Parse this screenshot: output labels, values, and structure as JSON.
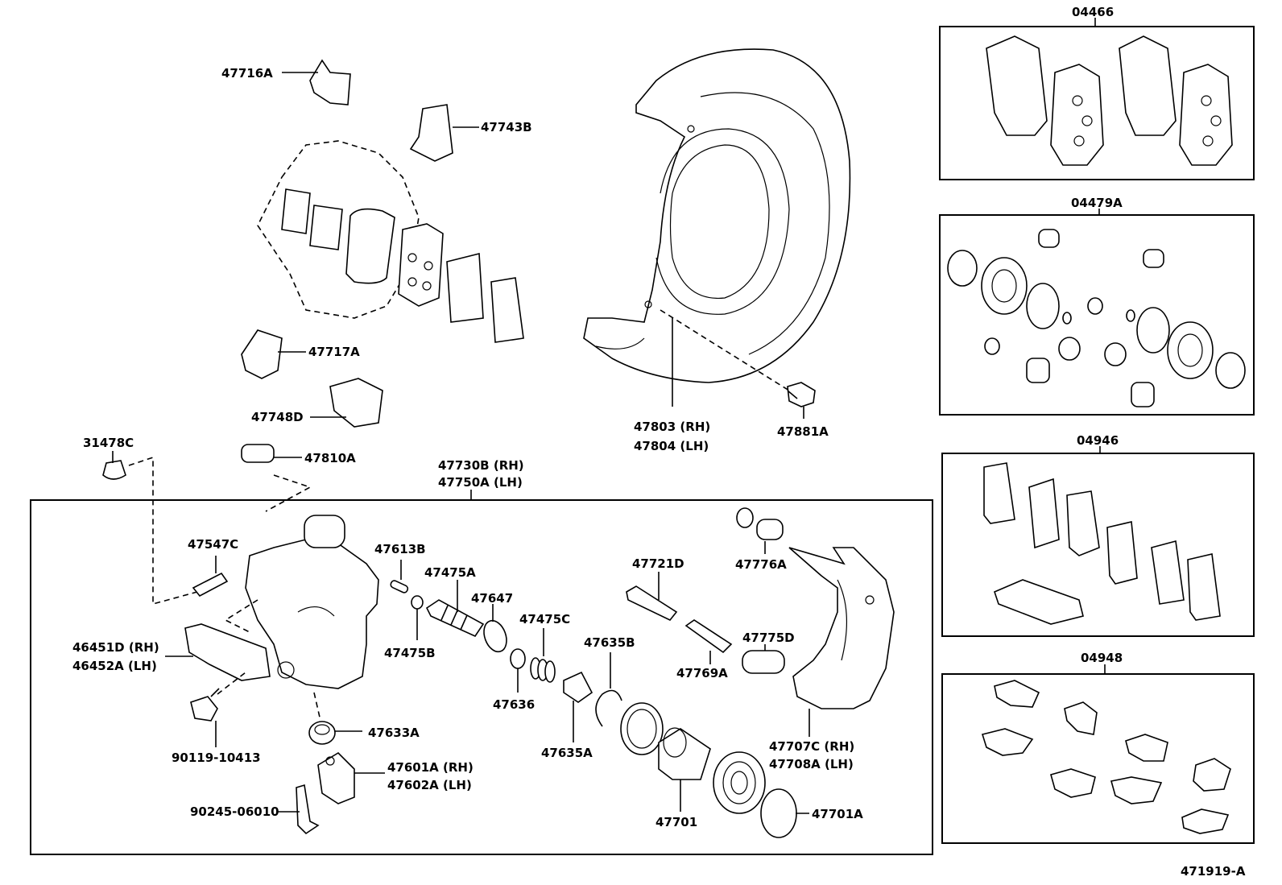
{
  "labels": {
    "p47716A": "47716A",
    "p47743B": "47743B",
    "p47717A": "47717A",
    "p47748D": "47748D",
    "p31478C": "31478C",
    "p47810A": "47810A",
    "p47730B": "47730B (RH)",
    "p47750A": "47750A (LH)",
    "p47803": "47803 (RH)",
    "p47804": "47804 (LH)",
    "p47881A": "47881A",
    "p47547C": "47547C",
    "p47613B": "47613B",
    "p47475A": "47475A",
    "p47647": "47647",
    "p47475C": "47475C",
    "p47475B": "47475B",
    "p47636": "47636",
    "p47635B": "47635B",
    "p47635A": "47635A",
    "p47721D": "47721D",
    "p47769A": "47769A",
    "p47776A": "47776A",
    "p47775D": "47775D",
    "p47707C": "47707C (RH)",
    "p47708A": "47708A (LH)",
    "p46451D": "46451D (RH)",
    "p46452A": "46452A (LH)",
    "p90119": "90119-10413",
    "p47633A": "47633A",
    "p47601A": "47601A (RH)",
    "p47602A": "47602A (LH)",
    "p90245": "90245-06010",
    "p47701": "47701",
    "p47701A": "47701A",
    "k04466": "04466",
    "k04479A": "04479A",
    "k04946": "04946",
    "k04948": "04948",
    "ref": "471919-A"
  }
}
